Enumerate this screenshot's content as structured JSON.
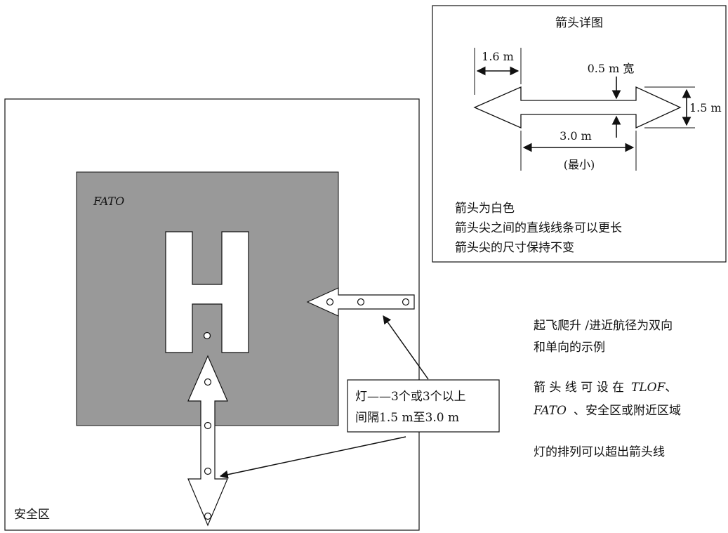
{
  "detail": {
    "title": "箭头详图",
    "dim_tip": "1.6 m",
    "dim_width": "0.5 m 宽",
    "dim_height": "1.5 m",
    "dim_len": "3.0 m",
    "dim_len_note": "(最小)",
    "note1": "箭头为白色",
    "note2": "箭头尖之间的直线线条可以更长",
    "note3": "箭头尖的尺寸保持不变"
  },
  "main": {
    "fato_label": "FATO",
    "h_marking": "H",
    "safety_label": "安全区",
    "callout_line1": "灯——3个或3个以上",
    "callout_line2": "间隔1.5 m至3.0 m"
  },
  "side": {
    "p1_line1": "起飞爬升 /进近航径为双向",
    "p1_line2": "和单向的示例",
    "p2_line1": "箭 头 线 可 设 在",
    "p2_tlof": "TLOF",
    "p2_sep": "、",
    "p2_fato": "FATO",
    "p2_rest": "、安全区或附近区域",
    "p3": "灯的排列可以超出箭头线"
  },
  "colors": {
    "fato_fill": "#999999",
    "marking_fill": "#ffffff",
    "line": "#111111"
  }
}
